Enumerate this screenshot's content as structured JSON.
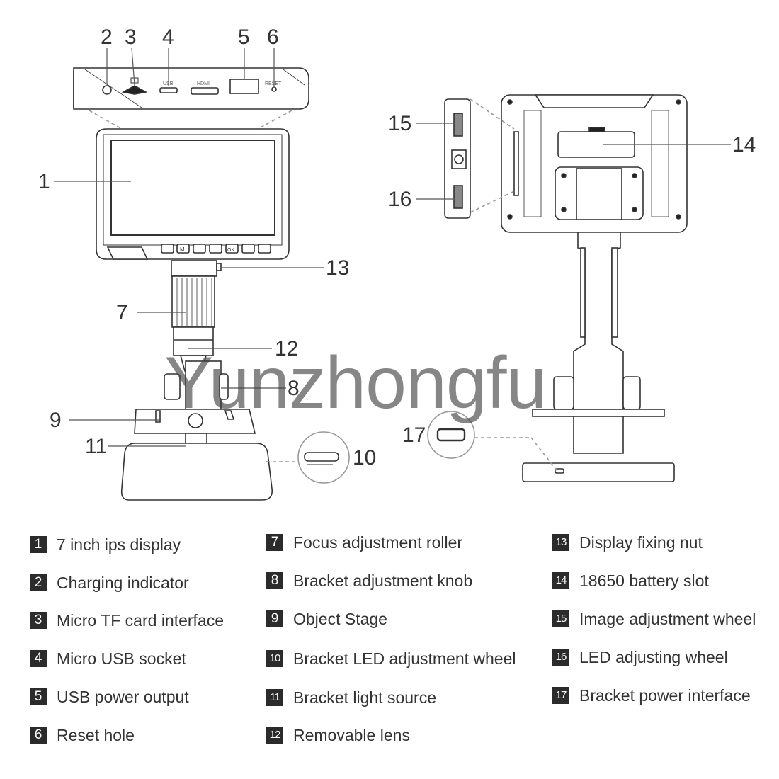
{
  "callouts": [
    "2",
    "3",
    "4",
    "5",
    "6",
    "1",
    "15",
    "16",
    "14",
    "13",
    "7",
    "12",
    "8",
    "9",
    "11",
    "10",
    "17"
  ],
  "device": {
    "port_labels": [
      "USB",
      "HDMI",
      "RESET"
    ],
    "buttons": [
      "M",
      "OK"
    ]
  },
  "watermark": "Yunzhongfu",
  "legend": [
    {
      "num": "1",
      "label": "7 inch ips display"
    },
    {
      "num": "2",
      "label": "Charging indicator"
    },
    {
      "num": "3",
      "label": "Micro TF card interface"
    },
    {
      "num": "4",
      "label": "Micro USB socket"
    },
    {
      "num": "5",
      "label": "USB power output"
    },
    {
      "num": "6",
      "label": "Reset hole"
    },
    {
      "num": "7",
      "label": "Focus adjustment roller"
    },
    {
      "num": "8",
      "label": "Bracket adjustment knob"
    },
    {
      "num": "9",
      "label": "Object Stage"
    },
    {
      "num": "10",
      "label": "Bracket LED adjustment wheel"
    },
    {
      "num": "11",
      "label": "Bracket light source"
    },
    {
      "num": "12",
      "label": "Removable lens"
    },
    {
      "num": "13",
      "label": "Display fixing nut"
    },
    {
      "num": "14",
      "label": "18650 battery slot"
    },
    {
      "num": "15",
      "label": "Image adjustment wheel"
    },
    {
      "num": "16",
      "label": "LED adjusting wheel"
    },
    {
      "num": "17",
      "label": "Bracket power interface"
    }
  ]
}
